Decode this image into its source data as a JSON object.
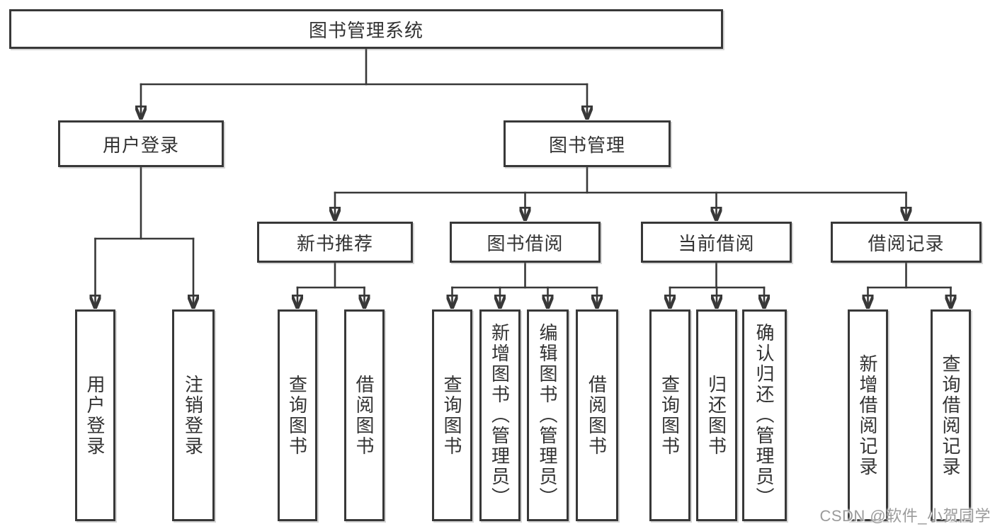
{
  "diagram": {
    "root": {
      "label": "图书管理系统"
    },
    "branches": {
      "user_login": {
        "label": "用户登录",
        "children": [
          "用户登录",
          "注销登录"
        ]
      },
      "book_management": {
        "label": "图书管理",
        "sections": [
          {
            "label": "新书推荐",
            "children": [
              "查询图书",
              "借阅图书"
            ]
          },
          {
            "label": "图书借阅",
            "children": [
              "查询图书",
              "新增图书（管理员）",
              "编辑图书（管理员）",
              "借阅图书"
            ]
          },
          {
            "label": "当前借阅",
            "children": [
              "查询图书",
              "归还图书",
              "确认归还（管理员）"
            ]
          },
          {
            "label": "借阅记录",
            "children": [
              "新增借阅记录",
              "查询借阅记录"
            ]
          }
        ]
      }
    }
  },
  "watermark": {
    "text": "CSDN @软件_小贺同学"
  },
  "colors": {
    "line": "#383838",
    "text": "#333333",
    "background": "#ffffff",
    "watermark": "#9b9b9b"
  }
}
